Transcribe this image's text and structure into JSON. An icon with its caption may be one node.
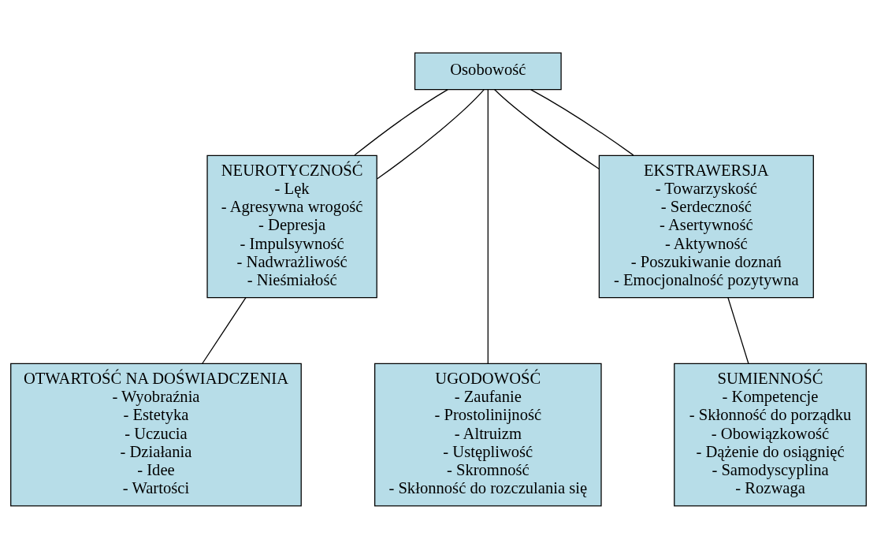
{
  "diagram": {
    "nodes": [
      {
        "text": [
          "Osobowość"
        ]
      },
      {
        "text": [
          "NEUROTYCZNOŚĆ",
          "- Lęk",
          "- Agresywna wrogość",
          "- Depresja",
          "- Impulsywność",
          "- Nadwrażliwość",
          "- Nieśmiałość"
        ]
      },
      {
        "text": [
          "EKSTRAWERSJA",
          "- Towarzyskość",
          "- Serdeczność",
          "- Asertywność",
          "- Aktywność",
          "- Poszukiwanie doznań",
          "- Emocjonalność pozytywna"
        ]
      },
      {
        "text": [
          "OTWARTOŚĆ NA DOŚWIADCZENIA",
          "- Wyobraźnia",
          "- Estetyka",
          "- Uczucia",
          "- Działania",
          "- Idee",
          "- Wartości"
        ]
      },
      {
        "text": [
          "UGODOWOŚĆ",
          "- Zaufanie",
          "- Prostolinijność",
          "- Altruizm",
          "- Ustępliwość",
          "- Skromność",
          "- Skłonność do rozczulania się"
        ]
      },
      {
        "text": [
          "SUMIENNOŚĆ",
          "- Kompetencje",
          "- Skłonność do porządku",
          "- Obowiązkowość",
          "- Dążenie do osiągnięć",
          "- Samodyscyplina",
          "- Rozwaga"
        ]
      }
    ],
    "edges": [
      {
        "from": 0,
        "to": 1,
        "arrow": "none"
      },
      {
        "from": 0,
        "to": 1,
        "arrow": "none"
      },
      {
        "from": 0,
        "to": 4,
        "arrow": "none"
      },
      {
        "from": 0,
        "to": 2,
        "arrow": "none"
      },
      {
        "from": 0,
        "to": 2,
        "arrow": "none"
      },
      {
        "from": 1,
        "to": 3,
        "arrow": "none"
      },
      {
        "from": 2,
        "to": 5,
        "arrow": "none"
      }
    ]
  }
}
